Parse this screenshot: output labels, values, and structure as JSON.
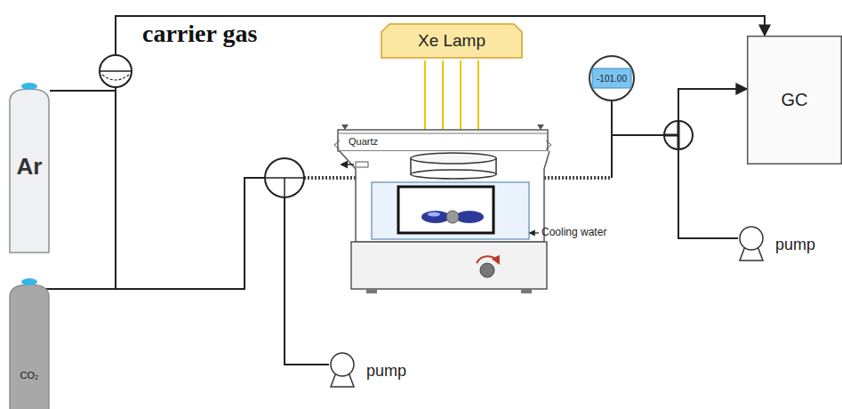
{
  "diagram": {
    "nodes": [
      {
        "text": [
          "Ar"
        ]
      },
      {
        "text": [
          "Xe Lamp"
        ]
      },
      {
        "text": [
          "-101.00"
        ]
      },
      {
        "text": [
          "GC"
        ]
      },
      {
        "text": [
          "pump"
        ]
      },
      {
        "text": [
          "CO₂"
        ]
      },
      {
        "text": [
          "pump"
        ]
      }
    ],
    "edges": [
      {
        "from": 0,
        "to": 3,
        "arrow": "to",
        "label": "carrier gas"
      },
      {
        "from": 4,
        "to": 3,
        "arrow": "to"
      }
    ],
    "labels": [
      "Quartz",
      "Cooling water"
    ]
  }
}
